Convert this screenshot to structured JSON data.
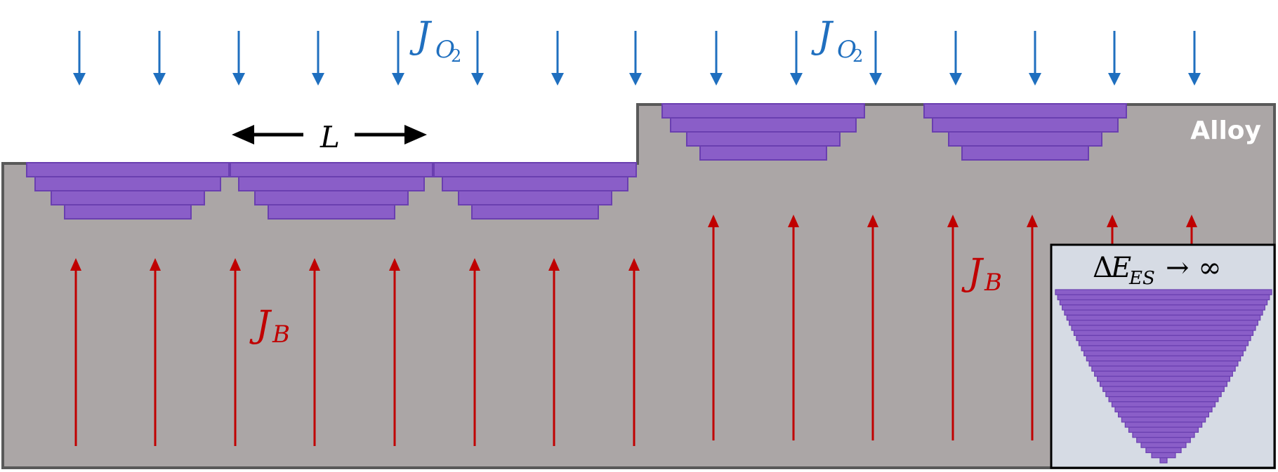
{
  "colors": {
    "alloy_fill": "#aba6a6",
    "alloy_stroke": "#595959",
    "oxide_fill": "#8a5ec8",
    "oxide_stroke": "#6a3fb0",
    "oxygen_flux": "#1f6fbf",
    "boron_flux": "#c00000",
    "inset_bg": "#d6dbe4"
  },
  "labels": {
    "flux_o2_symbol": "J",
    "flux_o2_subscript": "O",
    "flux_o2_subsubscript": "2",
    "flux_b_symbol": "J",
    "flux_b_subscript": "B",
    "spacing_symbol": "L",
    "alloy": "Alloy",
    "inset_delta": "Δ",
    "inset_symbol": "E",
    "inset_subscript": "ES",
    "inset_arrow_infinity": "→ ∞"
  },
  "icons": {
    "down_arrow": "oxygen-flux-arrow-icon",
    "up_arrow": "boron-flux-arrow-icon",
    "double_arrow": "spacing-double-arrow-icon"
  }
}
